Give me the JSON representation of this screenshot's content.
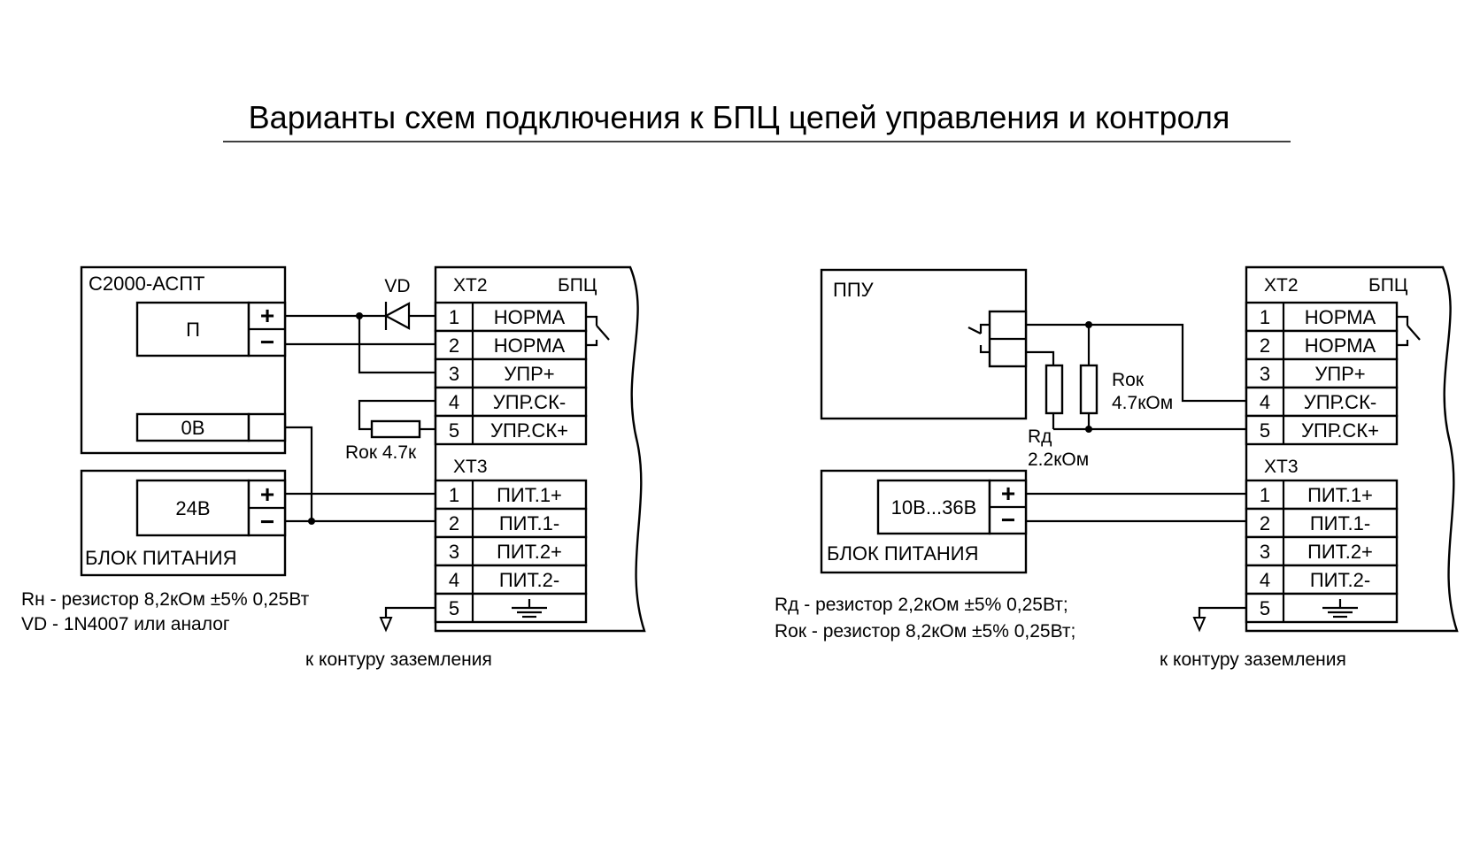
{
  "title": "Варианты схем подключения к БПЦ цепей управления и контроля",
  "left": {
    "device_label": "С2000-АСПТ",
    "output_label": "П",
    "zero_label": "0В",
    "psu_voltage": "24В",
    "psu_label": "БЛОК ПИТАНИЯ",
    "diode_label": "VD",
    "resistor_label": "Rок 4.7к",
    "notes": [
      "Rн - резистор 8,2кОм ±5% 0,25Вт",
      "VD - 1N4007 или аналог"
    ],
    "ground_caption": "к контуру заземления"
  },
  "right": {
    "device_label": "ППУ",
    "psu_voltage": "10В...36В",
    "psu_label": "БЛОК ПИТАНИЯ",
    "rok_label": "Rок",
    "rok_value": "4.7кОм",
    "rd_label": "Rд",
    "rd_value": "2.2кОм",
    "notes": [
      "Rд  - резистор 2,2кОм ±5% 0,25Вт;",
      "Rок - резистор 8,2кОм ±5% 0,25Вт;"
    ],
    "ground_caption": "к контуру заземления"
  },
  "bpc": {
    "label": "БПЦ",
    "xt2_label": "ХТ2",
    "xt3_label": "ХТ3",
    "xt2_terminals": [
      {
        "num": "1",
        "label": "НОРМА"
      },
      {
        "num": "2",
        "label": "НОРМА"
      },
      {
        "num": "3",
        "label": "УПР+"
      },
      {
        "num": "4",
        "label": "УПР.СК-"
      },
      {
        "num": "5",
        "label": "УПР.СК+"
      }
    ],
    "xt3_terminals": [
      {
        "num": "1",
        "label": "ПИТ.1+"
      },
      {
        "num": "2",
        "label": "ПИТ.1-"
      },
      {
        "num": "3",
        "label": "ПИТ.2+"
      },
      {
        "num": "4",
        "label": "ПИТ.2-"
      },
      {
        "num": "5",
        "label": ""
      }
    ]
  },
  "signs": {
    "plus": "+",
    "minus": "−"
  }
}
